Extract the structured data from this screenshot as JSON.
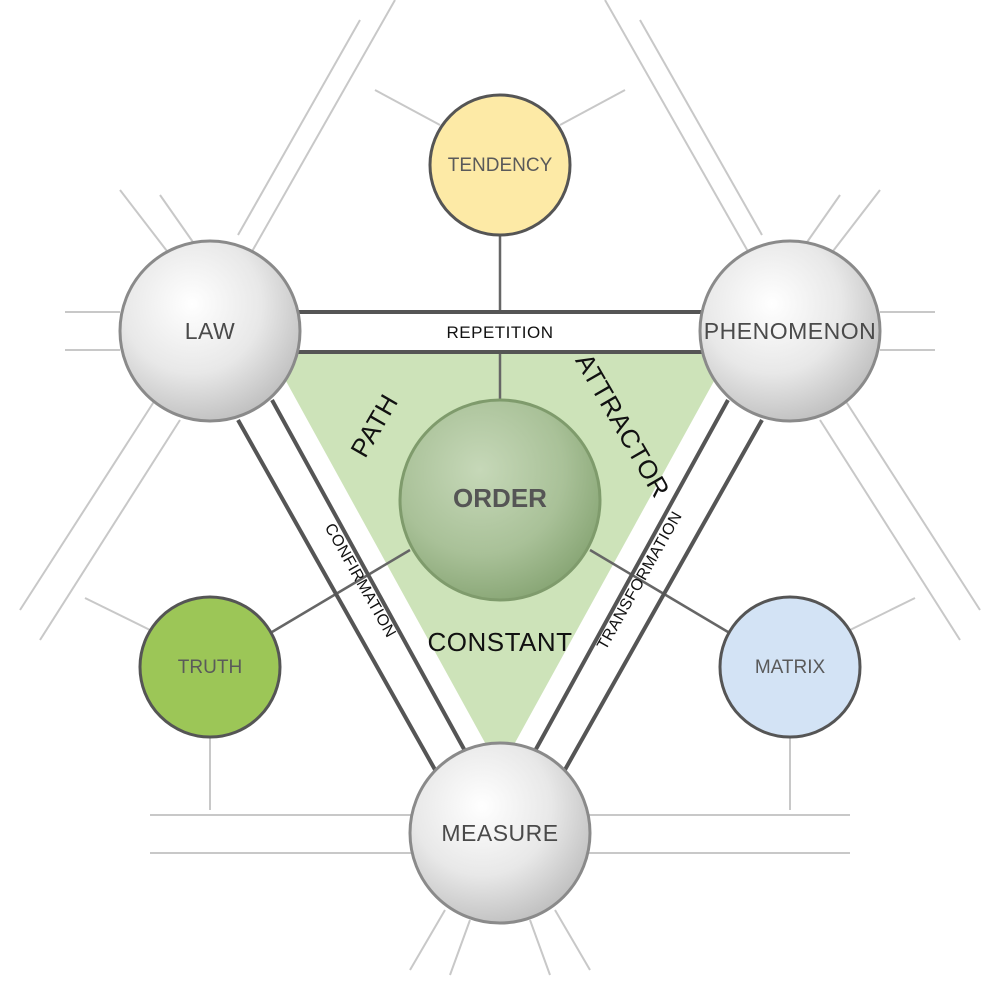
{
  "nodes": {
    "law": "LAW",
    "phenomenon": "PHENOMENON",
    "measure": "MEASURE",
    "tendency": "TENDENCY",
    "truth": "TRUTH",
    "matrix": "MATRIX",
    "order": "ORDER"
  },
  "edges": {
    "repetition": "REPETITION",
    "confirmation": "CONFIRMATION",
    "transformation": "TRANSFORMATION"
  },
  "inner": {
    "path": "PATH",
    "attractor": "ATTRACTOR",
    "constant": "CONSTANT"
  },
  "colors": {
    "triangle_fill": "#cde3b9",
    "tendency": "#fdeaa6",
    "truth": "#9cc657",
    "matrix": "#d3e3f5",
    "order": "#9fb98c",
    "grey_node": "#e4e4e4",
    "outline": "#555555",
    "faint_line": "#c8c8c8"
  }
}
